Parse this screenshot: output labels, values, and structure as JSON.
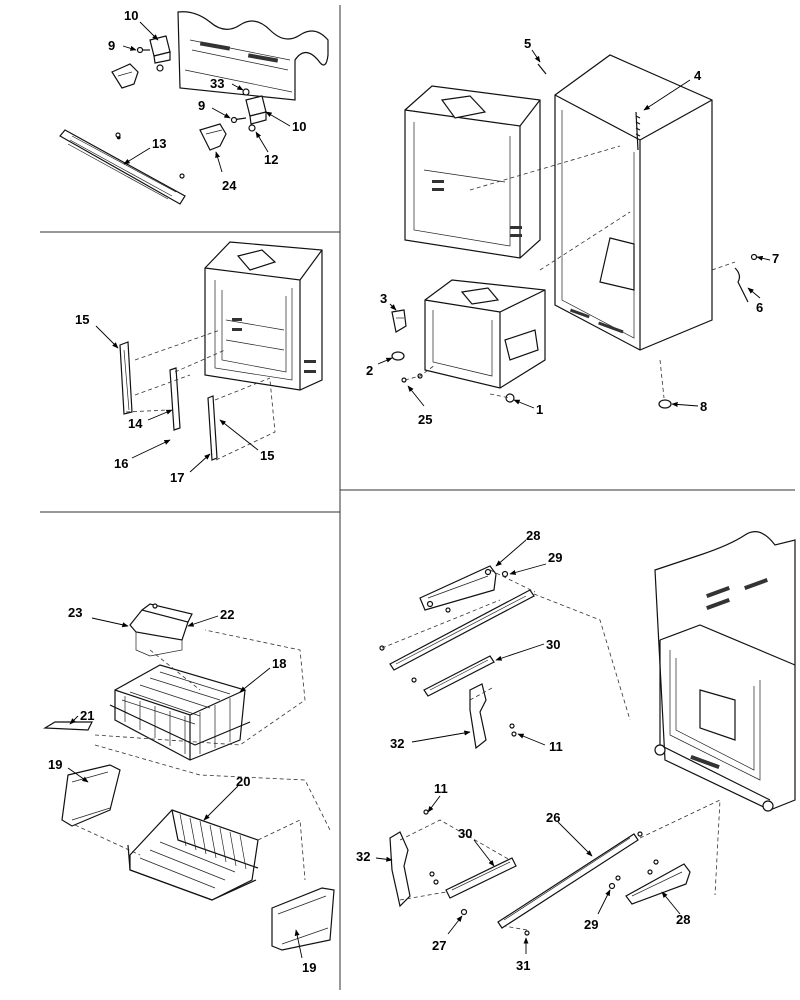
{
  "callouts": {
    "c10a": "10",
    "c9a": "9",
    "c33": "33",
    "c9b": "9",
    "c10b": "10",
    "c12": "12",
    "c13": "13",
    "c24": "24",
    "c15a": "15",
    "c14": "14",
    "c16": "16",
    "c17": "17",
    "c15b": "15",
    "c5": "5",
    "c4": "4",
    "c3": "3",
    "c2": "2",
    "c25": "25",
    "c1": "1",
    "c7": "7",
    "c6": "6",
    "c8": "8",
    "c23": "23",
    "c22": "22",
    "c18": "18",
    "c21": "21",
    "c19a": "19",
    "c20": "20",
    "c19b": "19",
    "c28a": "28",
    "c29a": "29",
    "c30a": "30",
    "c32a": "32",
    "c11a": "11",
    "c11b": "11",
    "c30b": "30",
    "c26": "26",
    "c32b": "32",
    "c29b": "29",
    "c28b": "28",
    "c27": "27",
    "c31": "31"
  }
}
